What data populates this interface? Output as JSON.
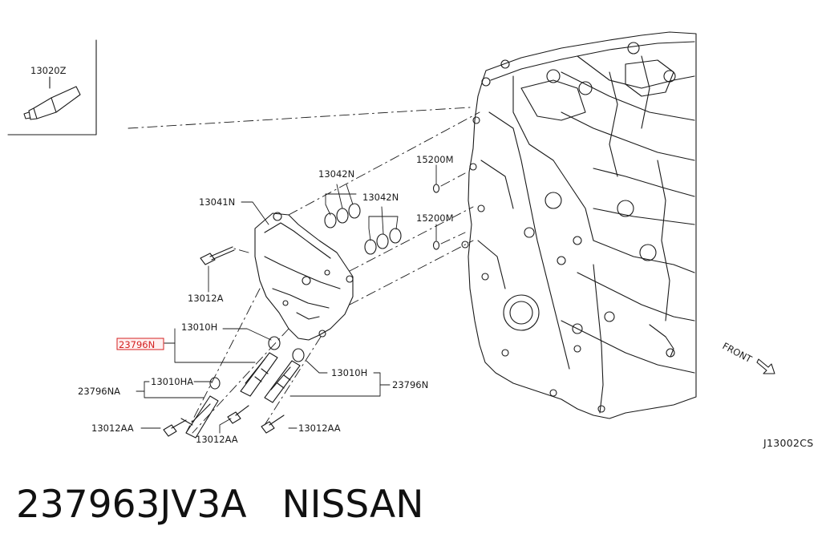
{
  "diagram": {
    "labels": {
      "sealant": "13020Z",
      "cover": "13041N",
      "seal_upper": "13042N",
      "seal_lower": "13042N",
      "bolt_cover": "13012A",
      "washer_upper": "15200M",
      "washer_lower": "15200M",
      "oring_left": "13010H",
      "oring_right": "13010H",
      "valve_left_highlight": "23796N",
      "valve_right": "23796N",
      "valve_na": "23796NA",
      "oring_ha": "13010HA",
      "bolt_aa_left": "13012AA",
      "bolt_aa_mid": "13012AA",
      "bolt_aa_right": "13012AA",
      "front": "FRONT",
      "diagram_code": "J13002CS"
    },
    "highlight_color": "#d42020"
  },
  "footer": {
    "part_number": "237963JV3A",
    "brand": "NISSAN"
  }
}
